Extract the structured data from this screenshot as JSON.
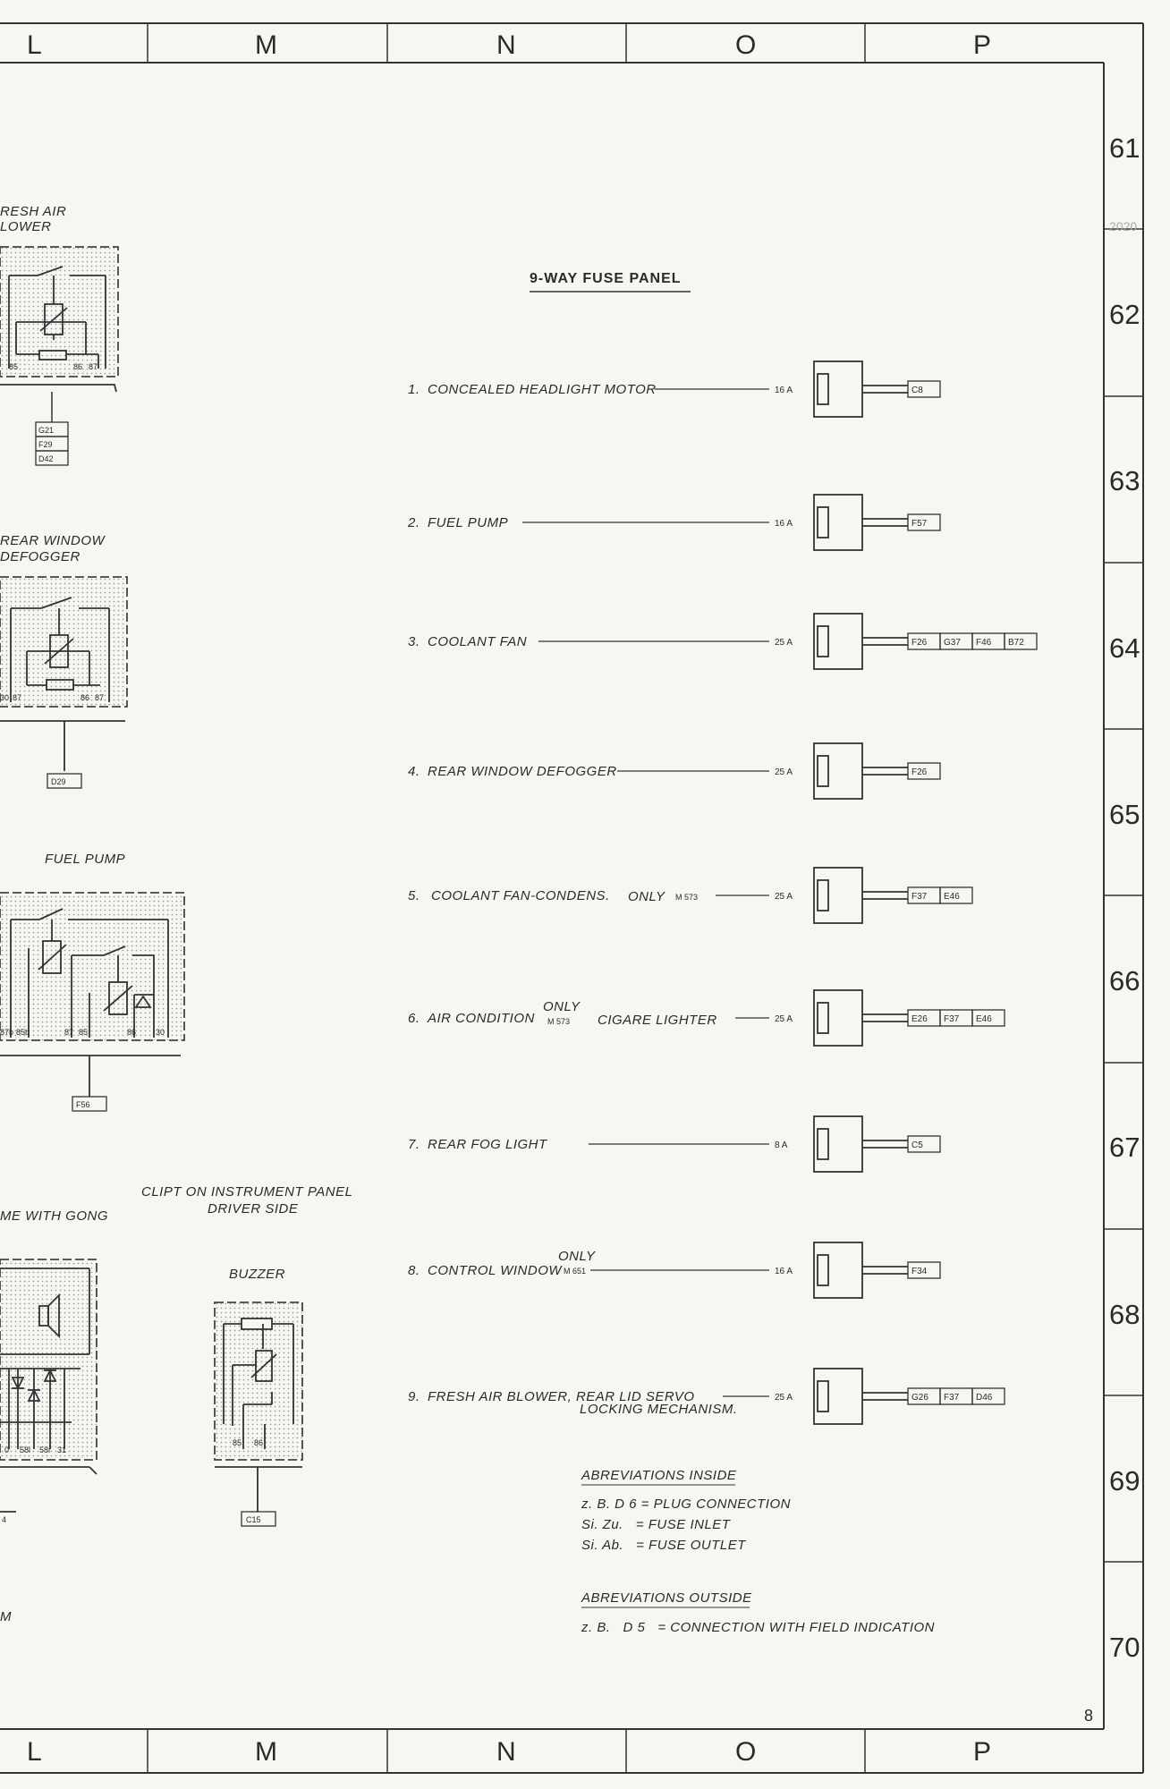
{
  "columns": [
    "L",
    "M",
    "N",
    "O",
    "P"
  ],
  "rows": [
    "61",
    "62",
    "63",
    "64",
    "65",
    "66",
    "67",
    "68",
    "69",
    "70"
  ],
  "page_number": "8",
  "margin_stamp": "2020",
  "fuse_panel": {
    "title": "9-WAY FUSE PANEL",
    "fuses": [
      {
        "number": "1.",
        "label": "CONCEALED HEADLIGHT MOTOR",
        "amp": "16 A",
        "codes": [
          "C8"
        ]
      },
      {
        "number": "2.",
        "label": "FUEL PUMP",
        "amp": "16 A",
        "codes": [
          "F57"
        ]
      },
      {
        "number": "3.",
        "label": "COOLANT FAN",
        "amp": "25 A",
        "codes": [
          "F26",
          "G37",
          "F46",
          "B72"
        ]
      },
      {
        "number": "4.",
        "label": "REAR WINDOW DEFOGGER",
        "amp": "25 A",
        "codes": [
          "F26"
        ]
      },
      {
        "number": "5.",
        "label": "COOLANT FAN-CONDENS.",
        "extra": "ONLY",
        "model": "M 573",
        "amp": "25 A",
        "codes": [
          "F37",
          "E46"
        ]
      },
      {
        "number": "6.",
        "label": "AIR CONDITION",
        "only": "ONLY",
        "model": "M 573",
        "extra": "CIGARE LIGHTER",
        "amp": "25 A",
        "codes": [
          "E26",
          "F37",
          "E46"
        ]
      },
      {
        "number": "7.",
        "label": "REAR FOG LIGHT",
        "amp": "8 A",
        "codes": [
          "C5"
        ]
      },
      {
        "number": "8.",
        "label": "CONTROL WINDOW",
        "only": "ONLY",
        "model": "M 651",
        "amp": "16 A",
        "codes": [
          "F34"
        ]
      },
      {
        "number": "9.",
        "label": "FRESH AIR BLOWER, REAR LID SERVO",
        "label2": "LOCKING MECHANISM.",
        "amp": "25 A",
        "codes": [
          "G26",
          "F37",
          "D46"
        ]
      }
    ]
  },
  "relays": {
    "fresh_air": {
      "title1": "RESH AIR",
      "title2": "LOWER",
      "pins": [
        "85",
        "86",
        "87"
      ],
      "codes": [
        "G21",
        "F29",
        "D42"
      ]
    },
    "rear_window": {
      "title1": "REAR WINDOW",
      "title2": "DEFOGGER",
      "pins": [
        "30",
        "87",
        "86",
        "87"
      ],
      "codes": [
        "D29"
      ]
    },
    "fuel_pump": {
      "title": "FUEL PUMP",
      "pins": [
        "87b",
        "85b",
        "87",
        "85",
        "86",
        "30"
      ],
      "codes": [
        "F56"
      ]
    },
    "gong": {
      "title": "ME WITH GONG",
      "pins": [
        "0",
        "58l",
        "58r",
        "31"
      ],
      "codes": [
        "4"
      ]
    },
    "clipt": {
      "line1": "CLIPT ON INSTRUMENT PANEL",
      "line2": "DRIVER SIDE"
    },
    "buzzer": {
      "title": "BUZZER",
      "pins": [
        "85",
        "86"
      ],
      "codes": [
        "C15"
      ]
    },
    "bottom_fragment": "M"
  },
  "abbreviations": {
    "inside_title": "ABREVIATIONS INSIDE",
    "inside": [
      "z. B. D 6 = PLUG CONNECTION",
      "Si. Zu.   = FUSE INLET",
      "Si. Ab.   = FUSE OUTLET"
    ],
    "outside_title": "ABREVIATIONS OUTSIDE",
    "outside": [
      "z. B.   D 5   = CONNECTION WITH FIELD INDICATION"
    ]
  }
}
